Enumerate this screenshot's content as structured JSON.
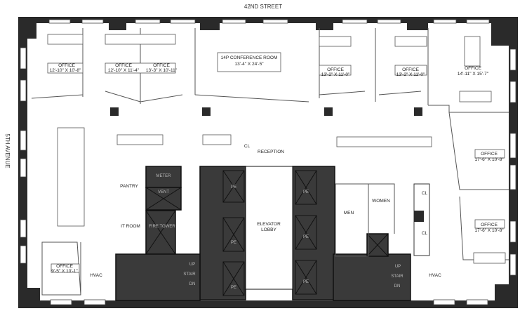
{
  "streets": {
    "top": "42ND STREET",
    "left": "5TH AVENUE"
  },
  "rooms": {
    "office_1": {
      "label": "OFFICE",
      "size": "12'-10\" X 10'-8\""
    },
    "office_2": {
      "label": "OFFICE",
      "size": "12'-10\" X 11'-4\""
    },
    "office_3": {
      "label": "OFFICE",
      "size": "13'-3\" X 10'-11\""
    },
    "conference": {
      "label": "14P CONFERENCE ROOM",
      "size": "13'-4\" X 24'-5\""
    },
    "office_4": {
      "label": "OFFICE",
      "size": "13'-2\" X 11'-0\""
    },
    "office_5": {
      "label": "OFFICE",
      "size": "13'-2\" X 11'-0\""
    },
    "office_6": {
      "label": "OFFICE",
      "size": "14'-11\" X 15'-7\""
    },
    "office_7": {
      "label": "OFFICE",
      "size": "17'-6\" X 10'-8\""
    },
    "office_8": {
      "label": "OFFICE",
      "size": "17'-6\" X 10'-8\""
    },
    "office_9": {
      "label": "OFFICE",
      "size": "9'-5\" X 10'-1\""
    },
    "reception": "RECEPTION",
    "closet_reception": "CL",
    "pantry": "PANTRY",
    "it_room": "IT ROOM",
    "meter": "METER",
    "vent": "VENT",
    "fire_tower": "FIRE TOWER",
    "elevator_lobby": {
      "line1": "ELEVATOR",
      "line2": "LOBBY"
    },
    "men": "MEN",
    "women": "WOMEN",
    "closet_1": "CL",
    "closet_2": "CL",
    "hvac_left": "HVAC",
    "hvac_right": "HVAC",
    "elevator": "PE",
    "stair_left": {
      "up": "UP",
      "label": "STAIR",
      "down": "DN"
    },
    "stair_right": {
      "up": "UP",
      "label": "STAIR",
      "down": "DN"
    }
  }
}
